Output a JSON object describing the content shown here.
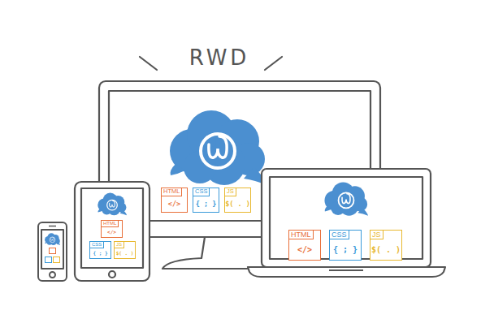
{
  "diagram": {
    "title": "RWD",
    "nodes": [
      {
        "text": [
          "HTML",
          "</>"
        ]
      },
      {
        "text": [
          "CSS",
          "{ ; }"
        ]
      },
      {
        "text": [
          "JS",
          "$( . )"
        ]
      },
      {
        "text": [
          "HTML",
          "</>"
        ]
      },
      {
        "text": [
          "CSS",
          "{ ; }"
        ]
      },
      {
        "text": [
          "JS",
          "$( . )"
        ]
      },
      {
        "text": [
          "HTML",
          "</>"
        ]
      },
      {
        "text": [
          "CSS",
          "{ ; }"
        ]
      },
      {
        "text": [
          "JS",
          "$( . )"
        ]
      }
    ]
  }
}
